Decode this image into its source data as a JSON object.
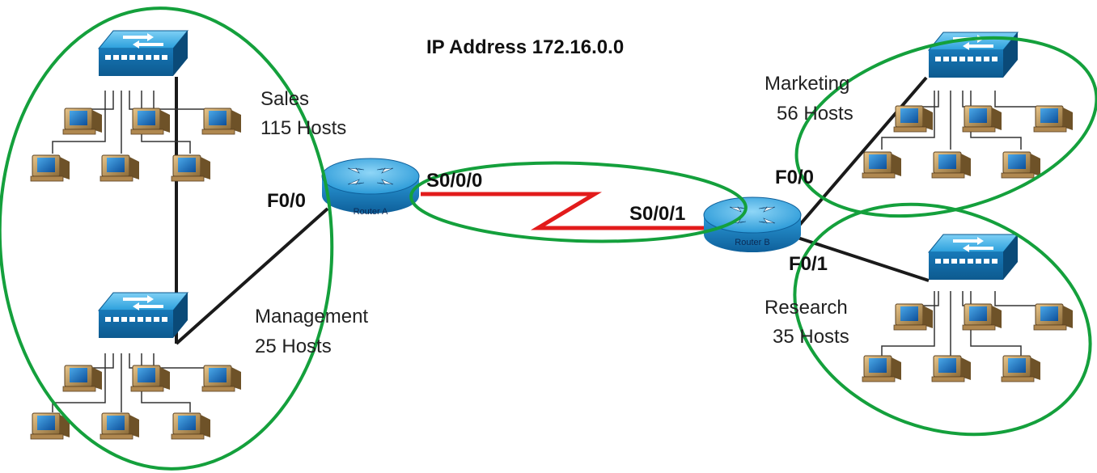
{
  "title": "IP Address 172.16.0.0",
  "routers": [
    {
      "id": "router-a",
      "label": "Router A"
    },
    {
      "id": "router-b",
      "label": "Router B"
    }
  ],
  "interfaces": {
    "router_a_f0_0": "F0/0",
    "router_a_s0_0_0": "S0/0/0",
    "router_b_s0_0_1": "S0/0/1",
    "router_b_f0_0": "F0/0",
    "router_b_f0_1": "F0/1"
  },
  "lans": [
    {
      "id": "sales",
      "name": "Sales",
      "hosts": "115 Hosts"
    },
    {
      "id": "management",
      "name": "Management",
      "hosts": "25 Hosts"
    },
    {
      "id": "marketing",
      "name": "Marketing",
      "hosts": "56 Hosts"
    },
    {
      "id": "research",
      "name": "Research",
      "hosts": "35 Hosts"
    }
  ],
  "colors": {
    "ellipse": "#14a03c",
    "ethernet_link": "#1a1a1a",
    "serial_link": "#e21b1b",
    "device_blue": "#1f8fd0"
  }
}
